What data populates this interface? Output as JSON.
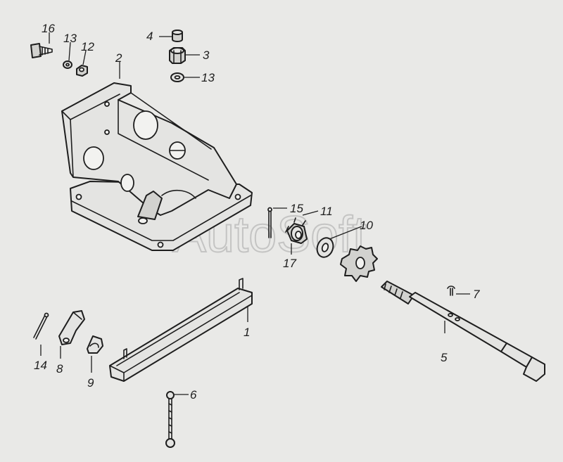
{
  "watermark": "AutoSoft",
  "callouts": {
    "c1": "1",
    "c2": "2",
    "c3": "3",
    "c4": "4",
    "c5": "5",
    "c6": "6",
    "c7": "7",
    "c8": "8",
    "c9": "9",
    "c10": "10",
    "c11": "11",
    "c12": "12",
    "c13a": "13",
    "c13b": "13",
    "c14": "14",
    "c15": "15",
    "c16": "16",
    "c17": "17"
  }
}
